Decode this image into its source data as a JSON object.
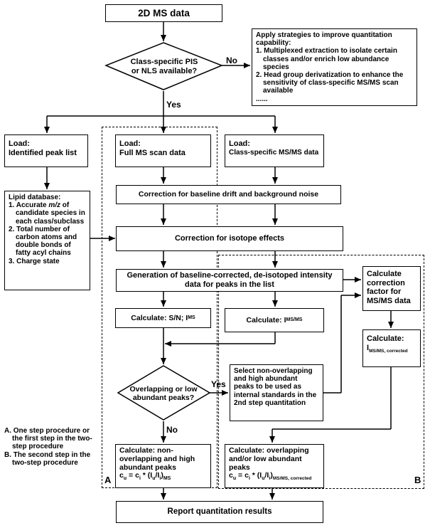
{
  "title_box": "2D MS data",
  "decision1": {
    "line1": "Class-specific PIS",
    "line2": "or NLS available?"
  },
  "label_no": "No",
  "label_yes": "Yes",
  "strategies": {
    "intro": "Apply strategies to improve quantitation capability:",
    "item1": "1. Multiplexed extraction to isolate certain classes and/or enrich low abundance species",
    "item2": "2. Head group derivatization to enhance the sensitivity of class-specific MS/MS scan available",
    "ellipsis": "......"
  },
  "load1": {
    "line1": "Load:",
    "line2": "Identified peak list"
  },
  "load2": {
    "line1": "Load:",
    "line2": "Full MS scan data"
  },
  "load3": {
    "line1": "Load:",
    "line2": "Class-specific MS/MS data"
  },
  "lipid_db": {
    "title": "Lipid database:",
    "item1a": "1. Accurate ",
    "item1b": "m/z",
    "item1c": " of candidate species in each class/subclass",
    "item2": "2. Total number of carbon atoms and double bonds of fatty acyl chains",
    "item3": "3. Charge state"
  },
  "baseline": "Correction for baseline drift and background noise",
  "isotope": "Correction for isotope effects",
  "generation": "Generation of baseline-corrected, de-isotoped intensity data for peaks in the list",
  "calc_correction": "Calculate correction factor for MS/MS data",
  "calc_sn": {
    "text": "Calculate: S/N; I",
    "sub": "MS"
  },
  "calc_msms": {
    "text": "Calculate: I",
    "sub": "MS/MS"
  },
  "calc_corrected": {
    "text": "Calculate:",
    "i": "I",
    "sub": "MS/MS, corrected"
  },
  "decision2": {
    "line1": "Overlapping or low",
    "line2": "abundant peaks?"
  },
  "label_yes2": "Yes",
  "label_no2": "No",
  "select_box": "Select non-overlapping and high abundant peaks to be used as internal standards in the 2nd step quantitation",
  "calc_nonoverlap": {
    "text": "Calculate: non-overlapping and high abundant peaks",
    "formula": "c",
    "u": "u",
    "eq": " = c",
    "i": "i",
    "mid": " * (I",
    "u2": "u",
    "slash": "/I",
    "i2": "i",
    "close": ")",
    "sub": "MS"
  },
  "calc_overlap": {
    "text": "Calculate: overlapping and/or low abundant peaks",
    "sub": "MS/MS, corrected"
  },
  "legend": {
    "a": "A. One step procedure or the first step in the two-step procedure",
    "b": "B. The second step in the two-step procedure"
  },
  "region_a": "A",
  "region_b": "B",
  "report": "Report quantitation results"
}
